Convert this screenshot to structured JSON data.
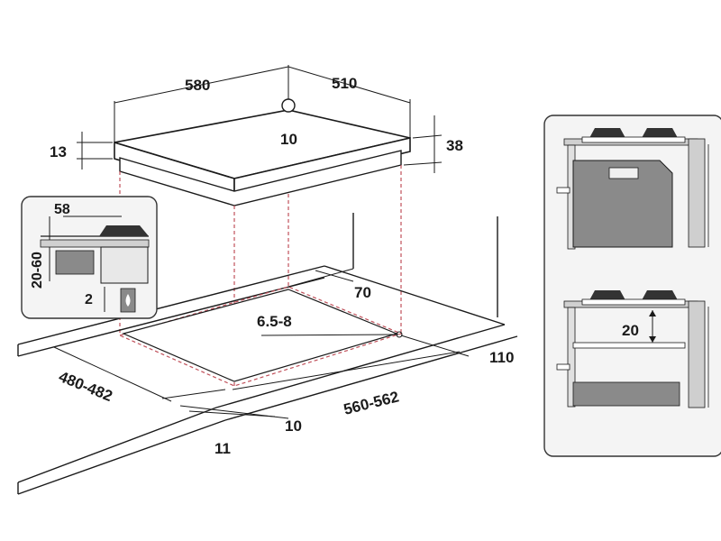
{
  "diagram": {
    "hob_dimensions": {
      "width": "580",
      "depth": "510",
      "height": "38",
      "top_thickness": "13",
      "gas_inlet": "10"
    },
    "cutout_dimensions": {
      "width": "560-562",
      "depth": "480-482",
      "rear_clearance": "70",
      "corner_radius": "6.5-8",
      "side_clearance": "110",
      "front_offset": "10",
      "front_edge": "11"
    },
    "inset_detail": {
      "burner_height": "58",
      "worktop_range": "20-60",
      "valve_gap": "2"
    },
    "installation_panel": {
      "clearance": "20"
    },
    "colors": {
      "line": "#1a1a1a",
      "guide": "#c0505a",
      "panel_fill": "#f4f4f4",
      "appliance_gray": "#8a8a8a",
      "burner_dark": "#333333"
    }
  }
}
